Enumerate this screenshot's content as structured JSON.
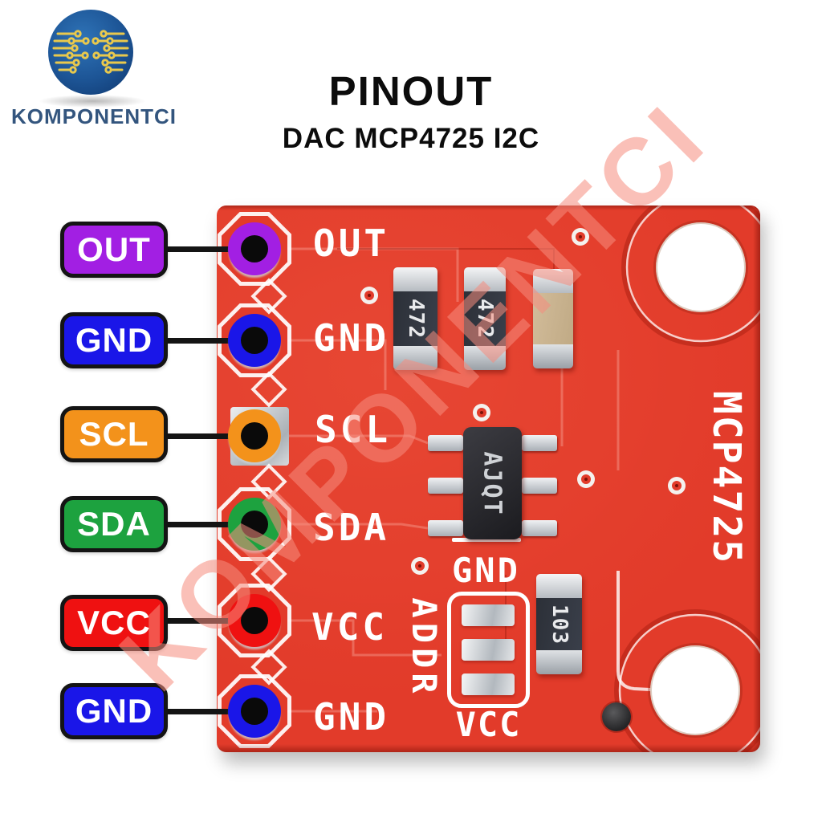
{
  "brand": {
    "name": "KOMPONENTCI"
  },
  "header": {
    "title": "PINOUT",
    "subtitle": "DAC MCP4725 I2C"
  },
  "watermark": {
    "text": "KOMPONENTCI"
  },
  "pins": [
    {
      "label": "OUT",
      "color": "#a21fe3"
    },
    {
      "label": "GND",
      "color": "#1a16e8"
    },
    {
      "label": "SCL",
      "color": "#f3921b"
    },
    {
      "label": "SDA",
      "color": "#1da23f"
    },
    {
      "label": "VCC",
      "color": "#ef1111"
    },
    {
      "label": "GND",
      "color": "#1a16e8"
    }
  ],
  "board": {
    "color": "#e23b2a",
    "pin_silk": [
      "OUT",
      "GND",
      "SCL",
      "SDA",
      "VCC",
      "GND"
    ],
    "chip": {
      "marking": "AJQT",
      "gnd_label": "GND"
    },
    "jumper": {
      "side_label": "ADDR",
      "bottom_label": "VCC"
    },
    "side_label": "MCP4725",
    "smd_markings": [
      "472",
      "472",
      "103"
    ]
  }
}
